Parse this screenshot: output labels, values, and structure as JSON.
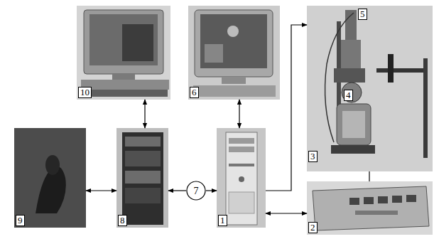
{
  "diagram": {
    "nodes": [
      {
        "text": [
          "10"
        ]
      },
      {
        "text": [
          "6"
        ]
      },
      {
        "text": [
          "5",
          "4",
          "3"
        ]
      },
      {
        "text": [
          "9"
        ]
      },
      {
        "text": [
          "8"
        ]
      },
      {
        "text": [
          "7"
        ]
      },
      {
        "text": [
          "1"
        ]
      },
      {
        "text": [
          "2"
        ]
      }
    ],
    "edges": [
      {
        "from": 0,
        "to": 4,
        "arrow": "both"
      },
      {
        "from": 1,
        "to": 6,
        "arrow": "both"
      },
      {
        "from": 6,
        "to": 2,
        "arrow": "to"
      },
      {
        "from": 3,
        "to": 4,
        "arrow": "both"
      },
      {
        "from": 5,
        "to": 4,
        "arrow": "to"
      },
      {
        "from": 5,
        "to": 6,
        "arrow": "to"
      },
      {
        "from": 6,
        "to": 7,
        "arrow": "both"
      },
      {
        "from": 7,
        "to": 2,
        "arrow": "none"
      }
    ]
  }
}
